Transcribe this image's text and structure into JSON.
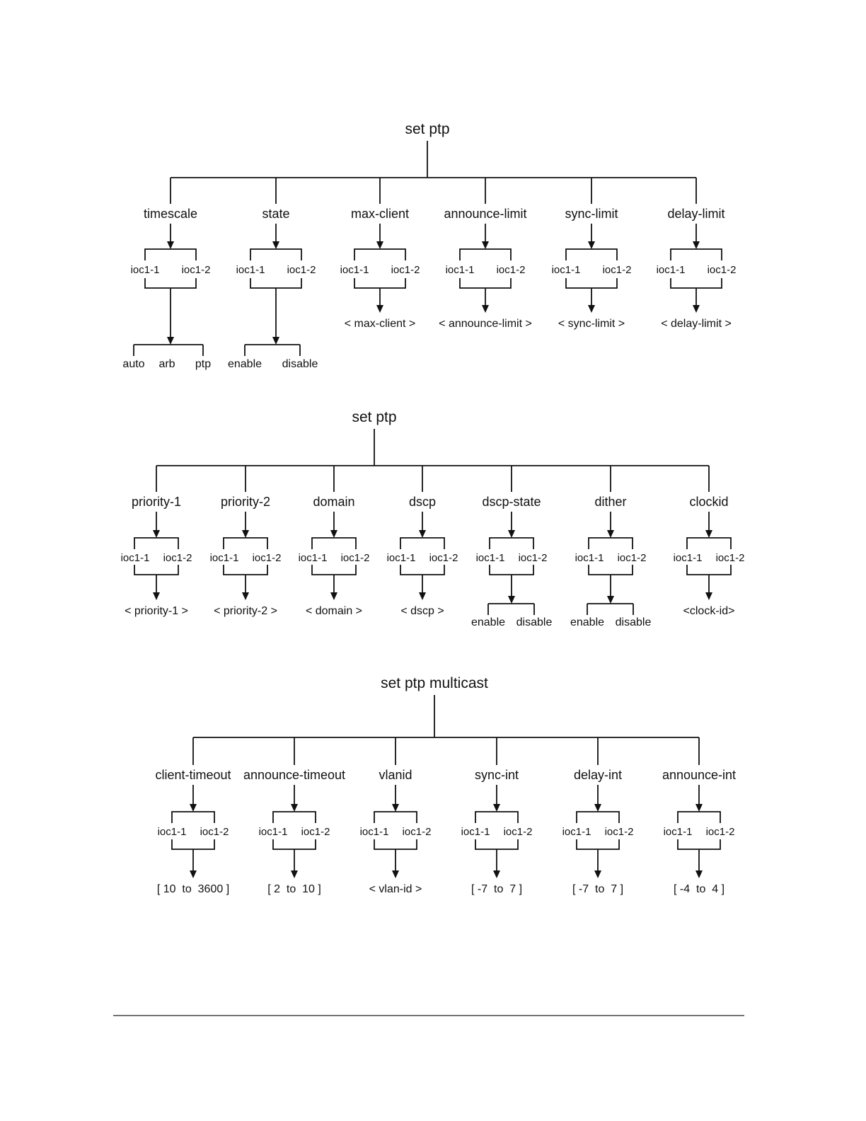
{
  "trees": [
    {
      "root": "set ptp",
      "branches": [
        {
          "label": "timescale",
          "ports": [
            "ioc1-1",
            "ioc1-2"
          ],
          "options": [
            "auto",
            "arb",
            "ptp"
          ]
        },
        {
          "label": "state",
          "ports": [
            "ioc1-1",
            "ioc1-2"
          ],
          "options": [
            "enable",
            "disable"
          ]
        },
        {
          "label": "max-client",
          "ports": [
            "ioc1-1",
            "ioc1-2"
          ],
          "value": "< max-client >"
        },
        {
          "label": "announce-limit",
          "ports": [
            "ioc1-1",
            "ioc1-2"
          ],
          "value": "< announce-limit >"
        },
        {
          "label": "sync-limit",
          "ports": [
            "ioc1-1",
            "ioc1-2"
          ],
          "value": "< sync-limit >"
        },
        {
          "label": "delay-limit",
          "ports": [
            "ioc1-1",
            "ioc1-2"
          ],
          "value": "< delay-limit >"
        }
      ]
    },
    {
      "root": "set ptp",
      "branches": [
        {
          "label": "priority-1",
          "ports": [
            "ioc1-1",
            "ioc1-2"
          ],
          "value": "< priority-1 >"
        },
        {
          "label": "priority-2",
          "ports": [
            "ioc1-1",
            "ioc1-2"
          ],
          "value": "< priority-2 >"
        },
        {
          "label": "domain",
          "ports": [
            "ioc1-1",
            "ioc1-2"
          ],
          "value": "< domain >"
        },
        {
          "label": "dscp",
          "ports": [
            "ioc1-1",
            "ioc1-2"
          ],
          "value": "< dscp >"
        },
        {
          "label": "dscp-state",
          "ports": [
            "ioc1-1",
            "ioc1-2"
          ],
          "options": [
            "enable",
            "disable"
          ]
        },
        {
          "label": "dither",
          "ports": [
            "ioc1-1",
            "ioc1-2"
          ],
          "options": [
            "enable",
            "disable"
          ]
        },
        {
          "label": "clockid",
          "ports": [
            "ioc1-1",
            "ioc1-2"
          ],
          "value": "<clock-id>"
        }
      ]
    },
    {
      "root": "set ptp multicast",
      "branches": [
        {
          "label": "client-timeout",
          "ports": [
            "ioc1-1",
            "ioc1-2"
          ],
          "value": "[ 10  to  3600 ]"
        },
        {
          "label": "announce-timeout",
          "ports": [
            "ioc1-1",
            "ioc1-2"
          ],
          "value": "[ 2  to  10 ]"
        },
        {
          "label": "vlanid",
          "ports": [
            "ioc1-1",
            "ioc1-2"
          ],
          "value": "< vlan-id >"
        },
        {
          "label": "sync-int",
          "ports": [
            "ioc1-1",
            "ioc1-2"
          ],
          "value": "[ -7  to  7 ]"
        },
        {
          "label": "delay-int",
          "ports": [
            "ioc1-1",
            "ioc1-2"
          ],
          "value": "[ -7  to  7 ]"
        },
        {
          "label": "announce-int",
          "ports": [
            "ioc1-1",
            "ioc1-2"
          ],
          "value": "[ -4  to  4 ]"
        }
      ]
    }
  ]
}
